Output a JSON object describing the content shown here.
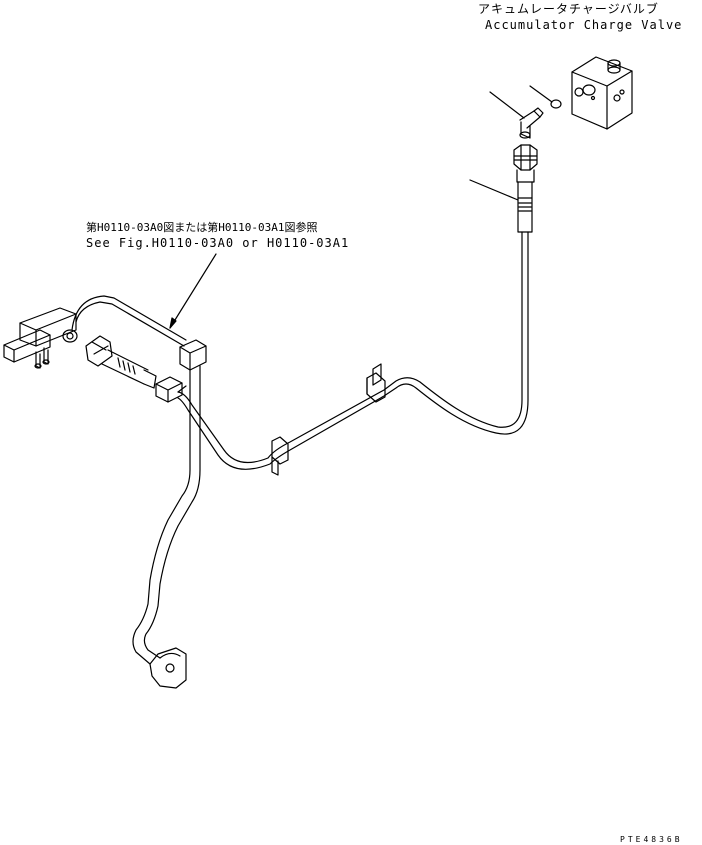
{
  "labels": {
    "valve_jp": "アキュムレータチャージバルブ",
    "valve_en": "Accumulator Charge Valve",
    "ref_jp": "第H0110-03A0図または第H0110-03A1図参照",
    "ref_en": "See Fig.H0110-03A0 or H0110-03A1",
    "drawing_code": "PTE4836B"
  }
}
